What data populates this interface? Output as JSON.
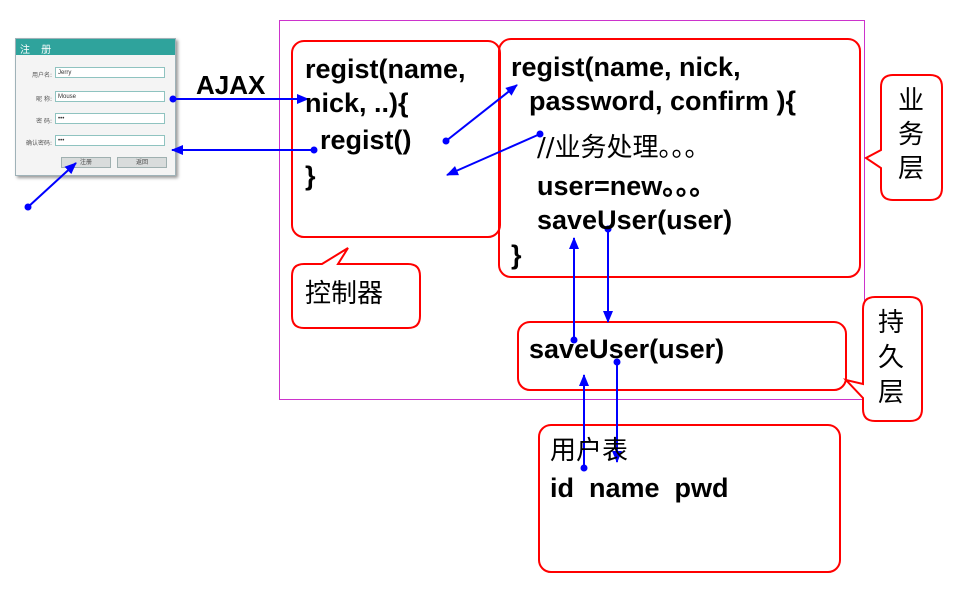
{
  "form": {
    "title": "注 册",
    "fields": [
      {
        "label": "用户名:",
        "value": "Jerry"
      },
      {
        "label": "昵 称:",
        "value": "Mouse"
      },
      {
        "label": "密 码:",
        "value": "•••"
      },
      {
        "label": "确认密码:",
        "value": "•••"
      }
    ],
    "buttons": [
      "注册",
      "返回"
    ]
  },
  "ajax_label": "AJAX",
  "controller": {
    "lines": [
      "regist(name,",
      "nick, ..){",
      "  regist()",
      "}"
    ],
    "callout": "控制器"
  },
  "service": {
    "lines": [
      "regist(name, nick,",
      "password, confirm ){",
      "//业务处理。。。",
      "user=new。。。",
      "saveUser(user)",
      "}"
    ],
    "callout": "业务层"
  },
  "dao": {
    "lines": [
      "saveUser(user)"
    ],
    "callout": "持久层"
  },
  "table": {
    "title": "用户表",
    "columns": "id  name  pwd"
  },
  "colors": {
    "box_border": "#ff0000",
    "arrow": "#0000ff",
    "frame": "#cc33cc",
    "form_header": "#2fa39c"
  }
}
